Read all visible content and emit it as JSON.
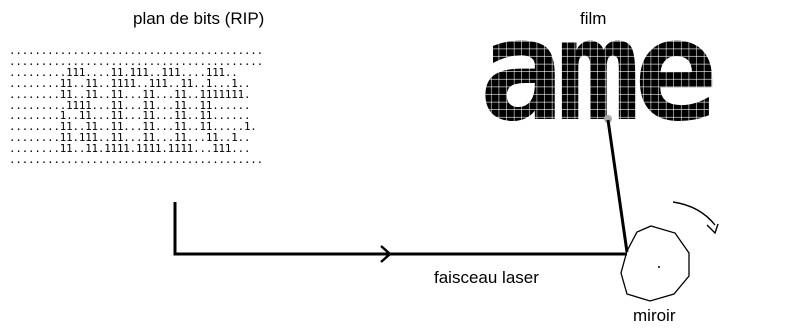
{
  "labels": {
    "bitmap_title": "plan de bits (RIP)",
    "film_title": "film",
    "laser_beam": "faisceau laser",
    "mirror": "miroir"
  },
  "bitmap": {
    "rows": [
      "........................................",
      "........................................",
      ".........111....11.111..111....111..",
      "........11..11..1111..111..11..1...1..",
      "........11..11..11...11...11..1111111.",
      ".........1111...11...11...11..11......",
      "........1..11...11...11...11..11......",
      "........11..11..11...11...11..11.....1.",
      "........11.111..11...11...11...11..1..",
      "........11..11.1111.1111.1111...111...",
      "........................................"
    ]
  },
  "film": {
    "text": "ame",
    "colors": {
      "pixel_fill": "#000000",
      "pixel_grid": "#ffffff",
      "contact_point": "#aaaaaa"
    }
  },
  "colors": {
    "line": "#000000"
  }
}
